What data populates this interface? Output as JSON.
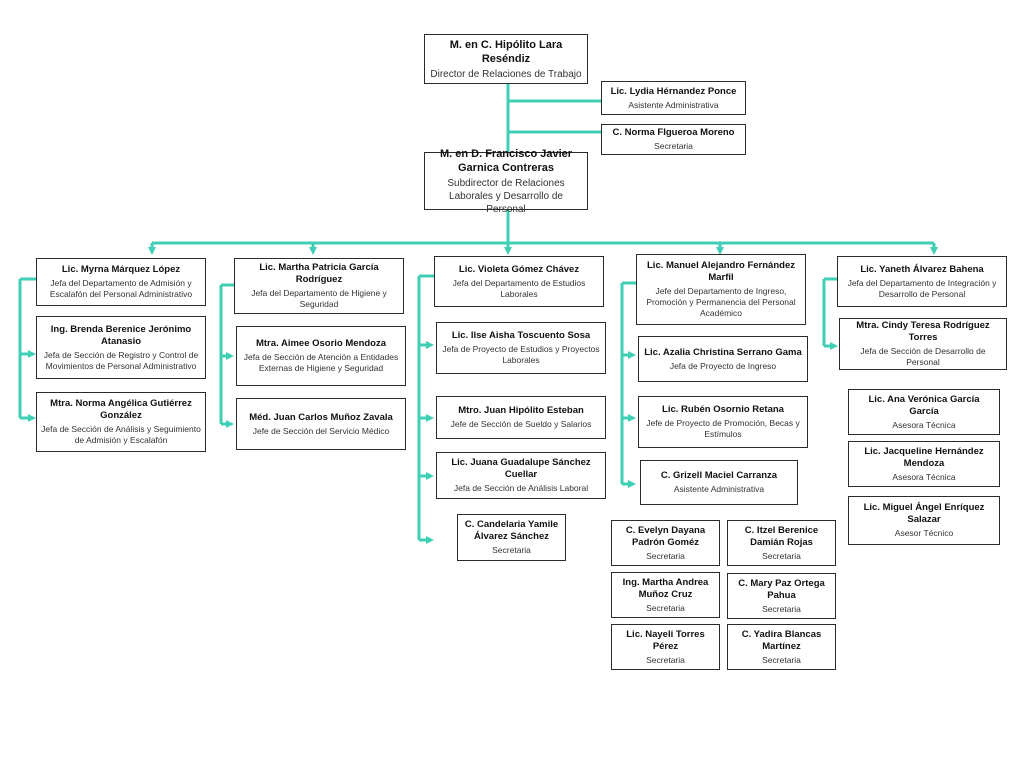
{
  "colors": {
    "connector": "#3ecfb4",
    "border": "#2b2b2b"
  },
  "director": {
    "name": "M. en C. Hipólito Lara Reséndiz",
    "role": "Director de Relaciones de Trabajo"
  },
  "assistant": {
    "name": "Lic. Lydia Hérnandez Ponce",
    "role": "Asistente Administrativa"
  },
  "secretary": {
    "name": "C. Norma FIgueroa Moreno",
    "role": "Secretaria"
  },
  "subdirector": {
    "name": "M. en D. Francisco Javier Garnica Contreras",
    "role": "Subdirector de Relaciones Laborales y Desarrollo de Personal"
  },
  "dept1": {
    "head": {
      "name": "Lic. Myrna Márquez López",
      "role": "Jefa del Departamento de Admisión y Escalafón del Personal Administrativo"
    },
    "sub": [
      {
        "name": "Ing. Brenda Berenice Jerónimo Atanasio",
        "role": "Jefa de Sección de Registro y Control de Movimientos de Personal Administrativo"
      },
      {
        "name": "Mtra. Norma Angélica Gutiérrez González",
        "role": "Jefa de Sección de Análisis y Seguimiento de Admisión y Escalafón"
      }
    ]
  },
  "dept2": {
    "head": {
      "name": "Lic. Martha Patricia García Rodríguez",
      "role": "Jefa del Departamento de Higiene y Seguridad"
    },
    "sub": [
      {
        "name": "Mtra. Aimee Osorio Mendoza",
        "role": "Jefa de Sección de Atención a Entidades Externas de Higiene y Seguridad"
      },
      {
        "name": "Méd. Juan Carlos Muñoz Zavala",
        "role": "Jefe de Sección del Servicio Médico"
      }
    ]
  },
  "dept3": {
    "head": {
      "name": "Lic. Violeta Gómez Chávez",
      "role": "Jefa del Departamento de Estudios Laborales"
    },
    "sub": [
      {
        "name": "Lic. Ilse Aisha Toscuento Sosa",
        "role": "Jefa de Proyecto de Estudios y Proyectos Laborales"
      },
      {
        "name": "Mtro. Juan Hipólito Esteban",
        "role": "Jefe de Sección de Sueldo y Salarios"
      },
      {
        "name": "Lic. Juana Guadalupe Sánchez Cuellar",
        "role": "Jefa de Sección de Análisis Laboral"
      },
      {
        "name": "C. Candelaria Yamile Álvarez Sánchez",
        "role": "Secretaria"
      }
    ]
  },
  "dept4": {
    "head": {
      "name": "Lic. Manuel Alejandro Fernández Marfil",
      "role": "Jefe del Departamento de Ingreso, Promoción y Permanencia del Personal Académico"
    },
    "sub": [
      {
        "name": "Lic. Azalia Christina Serrano Gama",
        "role": "Jefa de Proyecto de Ingreso"
      },
      {
        "name": "Lic. Rubén Osornio Retana",
        "role": "Jefe de Proyecto de Promoción, Becas y Estímulos"
      },
      {
        "name": "C. Grizell Maciel Carranza",
        "role": "Asistente Administrativa"
      }
    ],
    "secretaries": [
      {
        "name": "C. Evelyn Dayana Padrón Goméz",
        "role": "Secretaria"
      },
      {
        "name": "C. Itzel Berenice Damián Rojas",
        "role": "Secretaria"
      },
      {
        "name": "Ing. Martha Andrea Muñoz Cruz",
        "role": "Secretaria"
      },
      {
        "name": "C. Mary Paz Ortega Pahua",
        "role": "Secretaria"
      },
      {
        "name": "Lic. Nayeli Torres Pérez",
        "role": "Secretaria"
      },
      {
        "name": "C. Yadira Blancas Martínez",
        "role": "Secretaria"
      }
    ]
  },
  "dept5": {
    "head": {
      "name": "Lic. Yaneth Álvarez Bahena",
      "role": "Jefa del Departamento de Integración y Desarrollo de Personal"
    },
    "sub": [
      {
        "name": "Mtra. Cindy Teresa Rodríguez Torres",
        "role": "Jefa de Sección de Desarrollo de Personal"
      }
    ],
    "advisors": [
      {
        "name": "Lic. Ana Verónica García García",
        "role": "Asesora Técnica"
      },
      {
        "name": "Lic. Jacqueline Hernández Mendoza",
        "role": "Asesora Técnica"
      },
      {
        "name": "Lic. Miguel Ángel Enríquez Salazar",
        "role": "Asesor Técnico"
      }
    ]
  }
}
